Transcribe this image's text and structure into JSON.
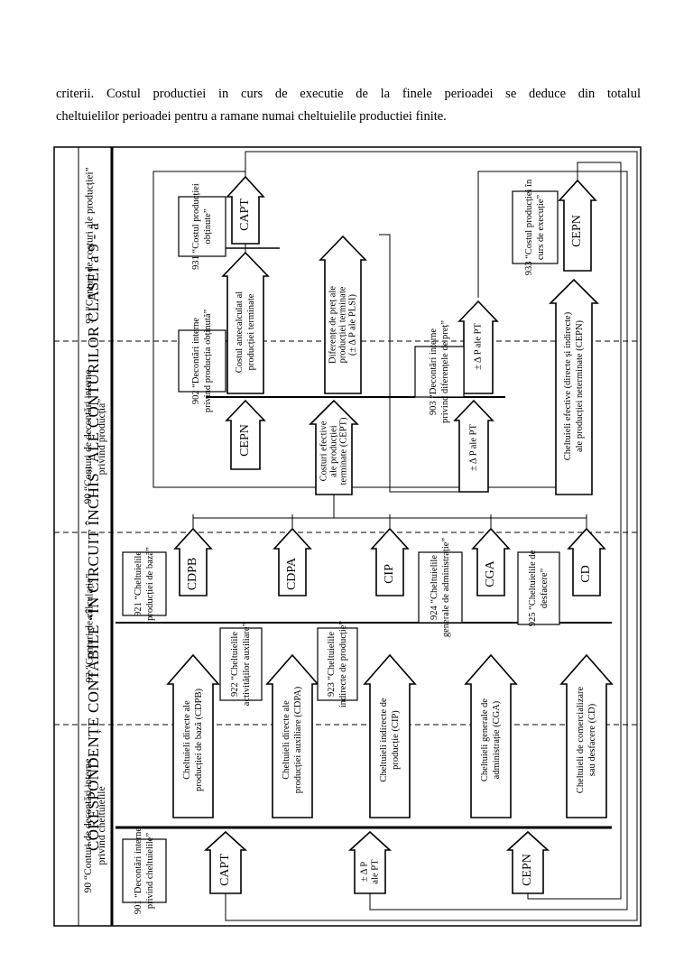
{
  "paragraph": {
    "line1": "criterii. Costul productiei in curs de executie de la finele perioadei se deduce din totalul",
    "line2": "cheltuielilor perioadei pentru a ramane numai cheltuielile productiei finite."
  },
  "diagram": {
    "title": "CORESPONDENȚE CONTABILE “ÎN CIRCUIT ÎNCHIS” ALE CONTURILOR CLASEI a 9 - a",
    "columns": {
      "col90a_l1": "90 “Conturi de decontări interne",
      "col90a_l2": "privind cheltuielile",
      "col92": "92 “Conturi de calculație”",
      "col90b_l1": "90 “Conturi de decontări interne",
      "col90b_l2": "privind producția”",
      "col93": "93 “Conturi de costuri ale producției”"
    },
    "accounts": {
      "a901_l1": "901 “Decontări interne",
      "a901_l2": "privind cheltuielile”",
      "a921_l1": "921 “Cheltuielile",
      "a921_l2": "producției de bază”",
      "a922_l1": "922 “Cheltuielile",
      "a922_l2": "activităților auxiliare”",
      "a923_l1": "923 “Cheltuielile",
      "a923_l2": "indirecte de producție”",
      "a924_l1": "924 “Cheltuielile",
      "a924_l2": "generale de administrație”",
      "a925_l1": "925 “Cheltuielile de",
      "a925_l2": "desfacere”",
      "a902_l1": "902 “Decontări interne",
      "a902_l2": "privind producția obținută”",
      "a903_l1": "903 “Decontări interne",
      "a903_l2": "privind diferențele de preț”",
      "a931_l1": "931 “Costul producției",
      "a931_l2": "obținute”",
      "a933_l1": "933 “Costul producției în",
      "a933_l2": "curs de execuție”"
    },
    "left_arrows": {
      "capt": "CAPT",
      "dp_l1": "± Δ P",
      "dp_l2": "ale PT",
      "cepn": "CEPN"
    },
    "expense_arrows": {
      "cdpb_l1": "Cheltuieli directe ale",
      "cdpb_l2": "producției de bază (CDPB)",
      "cdpa_l1": "Cheltuieli directe ale",
      "cdpa_l2": "producției auxiliare (CDPA)",
      "cip_l1": "Cheltuieli indirecte de",
      "cip_l2": "producție (CIP)",
      "cga_l1": "Cheltuieli generale de",
      "cga_l2": "administrație (CGA)",
      "cd_l1": "Cheltuieli de comercializare",
      "cd_l2": "sau desfacere (CD)"
    },
    "account_arrows": {
      "cdpb": "CDPB",
      "cdpa": "CDPA",
      "cip": "CIP",
      "cga": "CGA",
      "cd": "CD"
    },
    "mid_arrows": {
      "cept_l1": "Costuri efective",
      "cept_l2": "ale producției",
      "cept_l3": "terminate (CEPT)",
      "cepn": "CEPN",
      "dpt": "± Δ P ale PT",
      "chef_l1": "Cheltuieli efective (directe și indirecte)",
      "chef_l2": "ale producției neterminate (CEPN)"
    },
    "right_arrows": {
      "cost_l1": "Costul antecalculat al",
      "cost_l2": "producției terminate",
      "dif_l1": "Diferențe de preț ale",
      "dif_l2": "producției terminate",
      "dif_l3": "(± Δ P ale PLSI)",
      "dpt": "± Δ P ale PT",
      "capt": "CAPT",
      "cepn": "CEPN"
    }
  }
}
